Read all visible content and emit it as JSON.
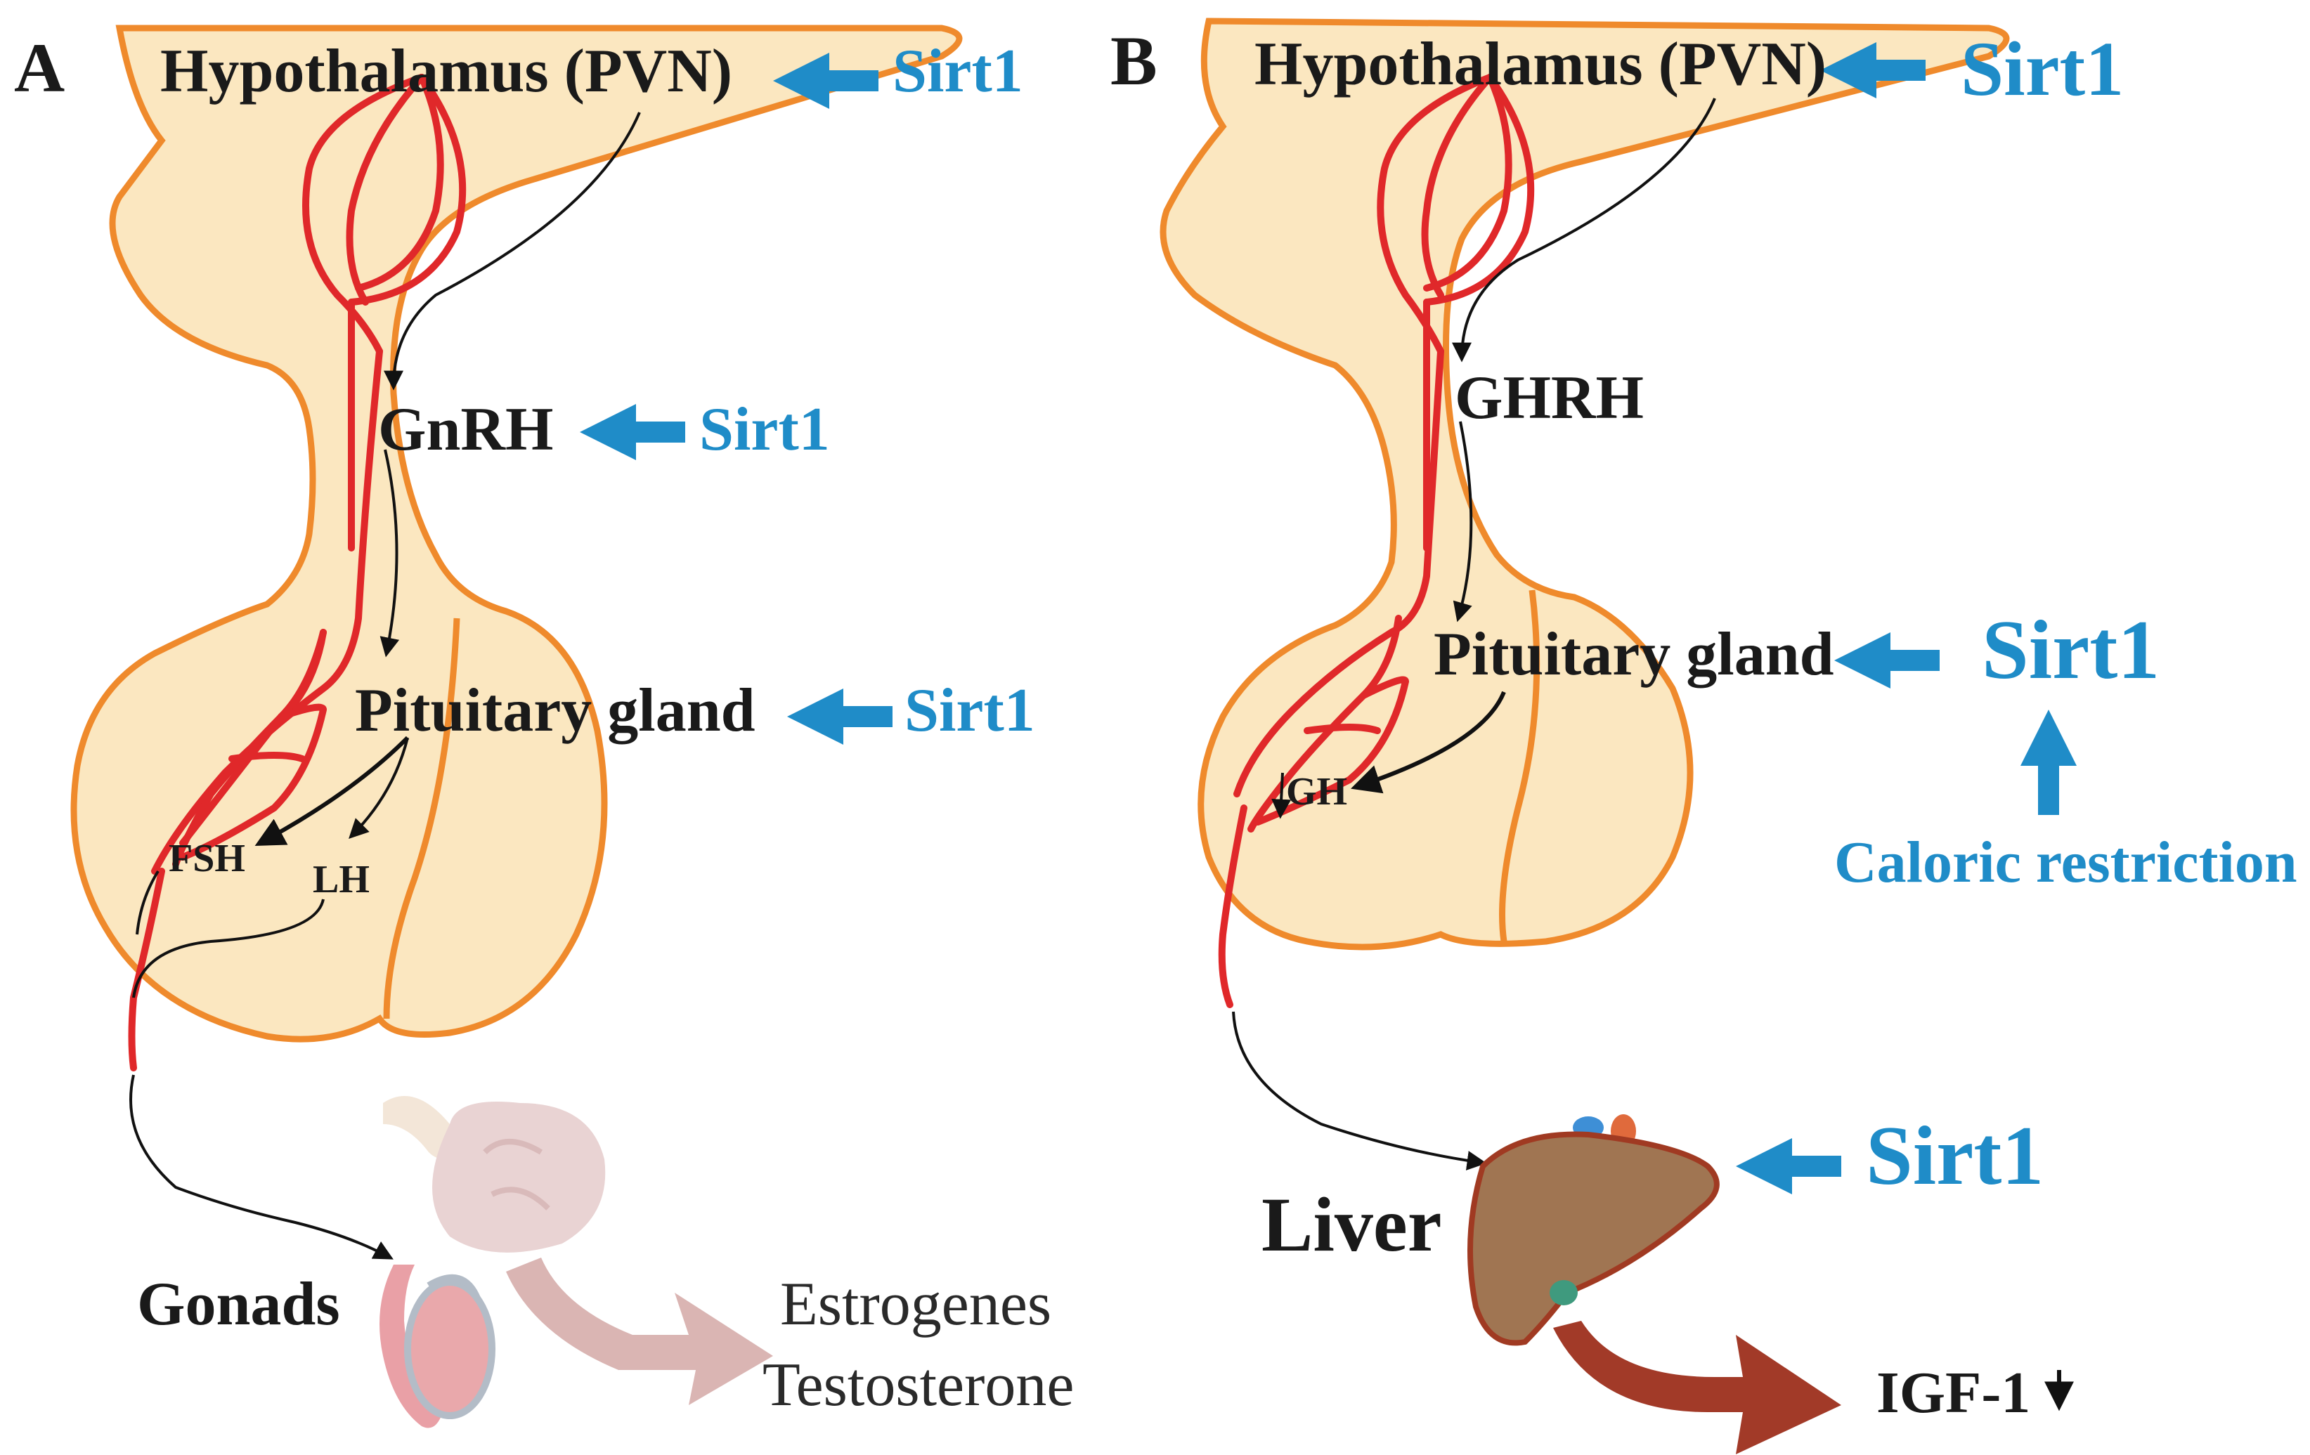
{
  "colors": {
    "gland_fill": "#fbe7c0",
    "gland_outline": "#ef8a2c",
    "vessel": "#e0282a",
    "sirt_blue": "#1f8cc8",
    "arrow_black": "#111111",
    "liver": "#a07552",
    "liver_outline": "#a03a22",
    "hormone_arrow_a": "#d4a8a6",
    "hormone_arrow_b": "#a23a28"
  },
  "panel_a": {
    "letter": "A",
    "hypothalamus": "Hypothalamus (PVN)",
    "sirt_hypothalamus": "Sirt1",
    "gnrh": "GnRH",
    "sirt_gnrh": "Sirt1",
    "pituitary": "Pituitary gland",
    "sirt_pituitary": "Sirt1",
    "fsh": "FSH",
    "lh": "LH",
    "gonads": "Gonads",
    "output_1": "Estrogenes",
    "output_2": "Testosterone",
    "organ_icon": "gonad-icon"
  },
  "panel_b": {
    "letter": "B",
    "hypothalamus": "Hypothalamus (PVN)",
    "sirt_hypothalamus": "Sirt1",
    "ghrh": "GHRH",
    "pituitary": "Pituitary gland",
    "sirt_pituitary": "Sirt1",
    "caloric": "Caloric restriction",
    "gh": "GH",
    "liver": "Liver",
    "sirt_liver": "Sirt1",
    "igf": "IGF-1",
    "organ_icon": "liver-icon"
  }
}
